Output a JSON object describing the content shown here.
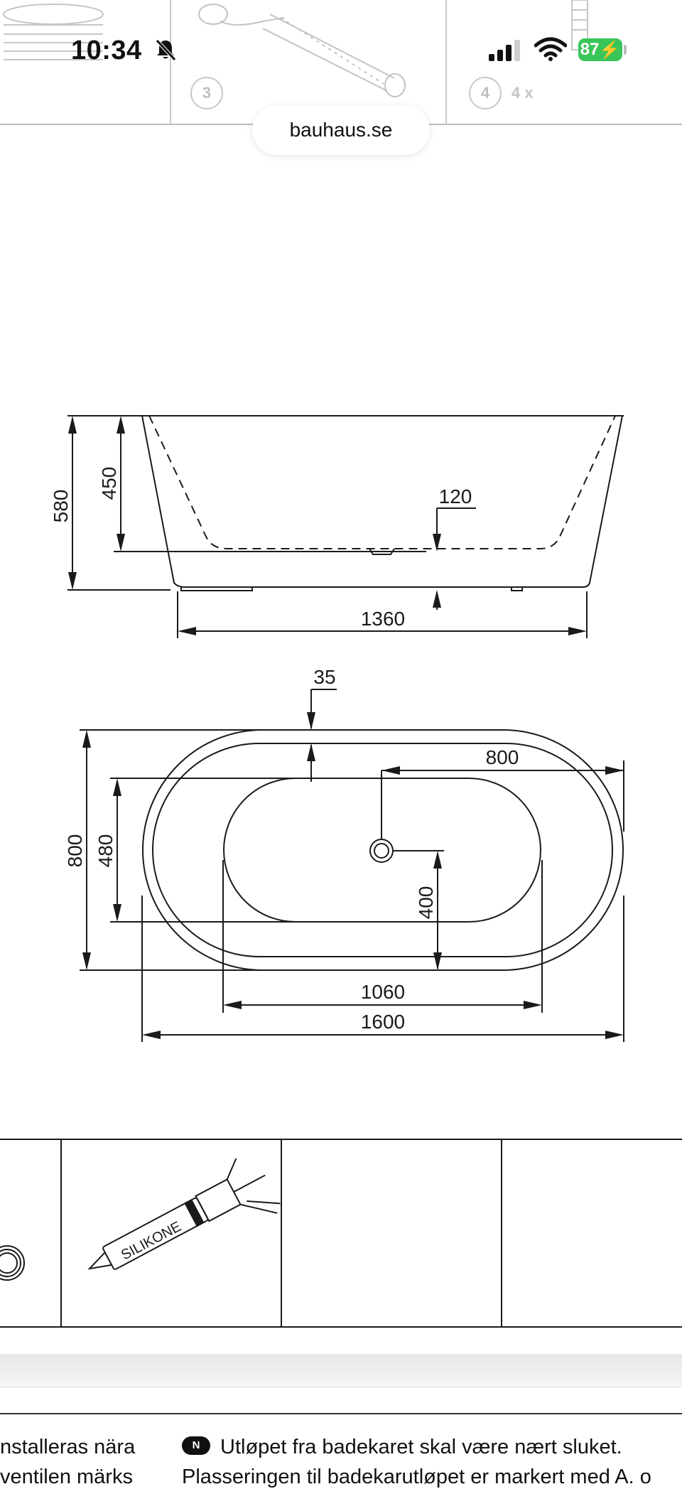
{
  "status_bar": {
    "time": "10:34",
    "battery": "87",
    "icons": [
      "bell-slash-icon",
      "signal-icon",
      "wifi-icon",
      "battery-charging-icon"
    ]
  },
  "browser": {
    "url": "bauhaus.se"
  },
  "parts_strip": {
    "step_3": "3",
    "step_4": "4",
    "step_4_qty": "4 x"
  },
  "side_view": {
    "dim_total_height": "580",
    "dim_inner_height": "450",
    "dim_bottom": "120",
    "dim_length": "1360"
  },
  "top_view": {
    "dim_rim": "35",
    "dim_drain_offset": "800",
    "dim_width": "800",
    "dim_inner_width": "480",
    "dim_drain_side": "400",
    "dim_inner_length": "1060",
    "dim_length": "1600"
  },
  "tools_strip": {
    "silicone_label": "SILIKONE"
  },
  "instructions": {
    "sv_line1": "nstalleras nära",
    "sv_line2": "ventilen märks",
    "no_badge": "N",
    "no_line1": "Utløpet fra badekaret skal være nært sluket.",
    "no_line2": "Plasseringen til badekarutløpet er markert med A. o"
  }
}
